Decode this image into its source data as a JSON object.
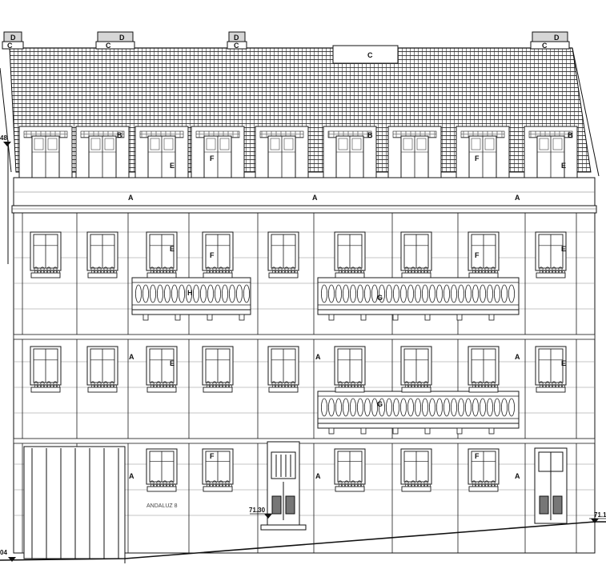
{
  "drawing": {
    "type": "building-facade-elevation",
    "street_label": "ANDALUZ 8",
    "elevations": {
      "left_upper": "48",
      "left_ground": "04",
      "entrance": "71.30",
      "right": "71.1"
    },
    "chimney_labels": [
      "D",
      "D",
      "D",
      "D"
    ],
    "chimney_base_labels": [
      "C",
      "C",
      "C",
      "C"
    ],
    "roof_hatch_label": "C",
    "dormer_labels": [
      "B",
      "E",
      "F",
      "B",
      "F",
      "B",
      "E"
    ],
    "band_labels": [
      "A",
      "A",
      "A"
    ],
    "floor2_labels": [
      "E",
      "F",
      "H",
      "G",
      "F",
      "E"
    ],
    "floor1_labels": [
      "A",
      "E",
      "A",
      "G",
      "A",
      "E"
    ],
    "ground_labels": [
      "A",
      "F",
      "A",
      "F",
      "A"
    ],
    "colors": {
      "line": "#1a1a1a",
      "background": "#ffffff",
      "roof": "#222222"
    }
  }
}
